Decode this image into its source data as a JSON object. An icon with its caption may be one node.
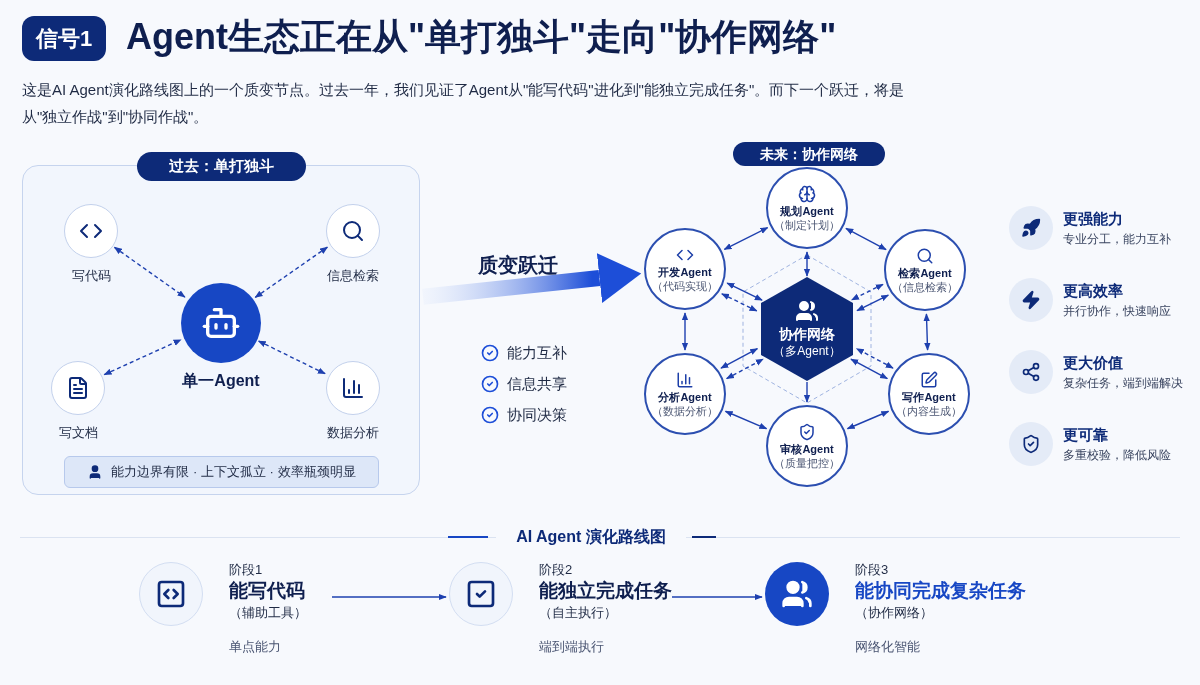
{
  "diagram": {
    "title": "Agent生态正在从\"单打独斗\"走向\"协作网络\"",
    "nodes": [
      {
        "text": [
          "过去：单打独斗"
        ]
      },
      {
        "text": [
          "写代码"
        ],
        "in": 0
      },
      {
        "text": [
          "信息检索"
        ],
        "in": 0
      },
      {
        "text": [
          "单一Agent"
        ],
        "in": 0
      },
      {
        "text": [
          "写文档"
        ],
        "in": 0
      },
      {
        "text": [
          "数据分析"
        ],
        "in": 0
      },
      {
        "text": [
          "能力边界有限 · 上下文孤立 · 效率瓶颈明显"
        ],
        "in": 0
      },
      {
        "text": [
          "未来：协作网络"
        ]
      },
      {
        "text": [
          "规划Agent",
          "（制定计划）"
        ]
      },
      {
        "text": [
          "开发Agent",
          "（代码实现）"
        ]
      },
      {
        "text": [
          "检索Agent",
          "（信息检索）"
        ]
      },
      {
        "text": [
          "协作网络",
          "（多Agent）"
        ]
      },
      {
        "text": [
          "分析Agent",
          "（数据分析）"
        ]
      },
      {
        "text": [
          "写作Agent",
          "（内容生成）"
        ]
      },
      {
        "text": [
          "审核Agent",
          "（质量把控）"
        ]
      },
      {
        "text": [
          "阶段1",
          "能写代码",
          "（辅助工具）",
          "单点能力"
        ]
      },
      {
        "text": [
          "阶段2",
          "能独立完成任务",
          "（自主执行）",
          "端到端执行"
        ]
      },
      {
        "text": [
          "阶段3",
          "能协同完成复杂任务",
          "（协作网络）",
          "网络化智能"
        ]
      }
    ],
    "edges": [
      {
        "from": 1,
        "to": 3,
        "arrow": "both",
        "style": "dashed"
      },
      {
        "from": 2,
        "to": 3,
        "arrow": "both",
        "style": "dashed"
      },
      {
        "from": 4,
        "to": 3,
        "arrow": "both",
        "style": "dashed"
      },
      {
        "from": 5,
        "to": 3,
        "arrow": "both",
        "style": "dashed"
      },
      {
        "from": 0,
        "to": 9,
        "arrow": "to",
        "label": "质变跃迁",
        "style": "thick"
      },
      {
        "from": 9,
        "to": 8,
        "arrow": "both"
      },
      {
        "from": 8,
        "to": 10,
        "arrow": "both"
      },
      {
        "from": 10,
        "to": 13,
        "arrow": "both"
      },
      {
        "from": 13,
        "to": 14,
        "arrow": "both"
      },
      {
        "from": 14,
        "to": 12,
        "arrow": "both"
      },
      {
        "from": 12,
        "to": 9,
        "arrow": "both"
      },
      {
        "from": 8,
        "to": 11,
        "arrow": "both"
      },
      {
        "from": 9,
        "to": 11,
        "arrow": "both"
      },
      {
        "from": 10,
        "to": 11,
        "arrow": "both"
      },
      {
        "from": 12,
        "to": 11,
        "arrow": "both"
      },
      {
        "from": 13,
        "to": 11,
        "arrow": "both"
      },
      {
        "from": 11,
        "to": 14,
        "arrow": "to"
      },
      {
        "from": 9,
        "to": 11,
        "arrow": "both",
        "style": "dashed"
      },
      {
        "from": 10,
        "to": 11,
        "arrow": "both",
        "style": "dashed"
      },
      {
        "from": 12,
        "to": 11,
        "arrow": "both",
        "style": "dashed"
      },
      {
        "from": 13,
        "to": 11,
        "arrow": "both",
        "style": "dashed"
      },
      {
        "from": 15,
        "to": 16,
        "arrow": "to"
      },
      {
        "from": 16,
        "to": 17,
        "arrow": "to"
      }
    ],
    "labels": [
      "信号1",
      "这是AI Agent演化路线图上的一个质变节点。过去一年，我们见证了Agent从\"能写代码\"进化到\"能独立完成任务\"。而下一个跃迁，将是从\"独立作战\"到\"协同作战\"。",
      "能力互补",
      "信息共享",
      "协同决策",
      "更强能力",
      "专业分工，能力互补",
      "更高效率",
      "并行协作，快速响应",
      "更大价值",
      "复杂任务，端到端解决",
      "更可靠",
      "多重校验，降低风险",
      "AI Agent 演化路线图"
    ]
  }
}
